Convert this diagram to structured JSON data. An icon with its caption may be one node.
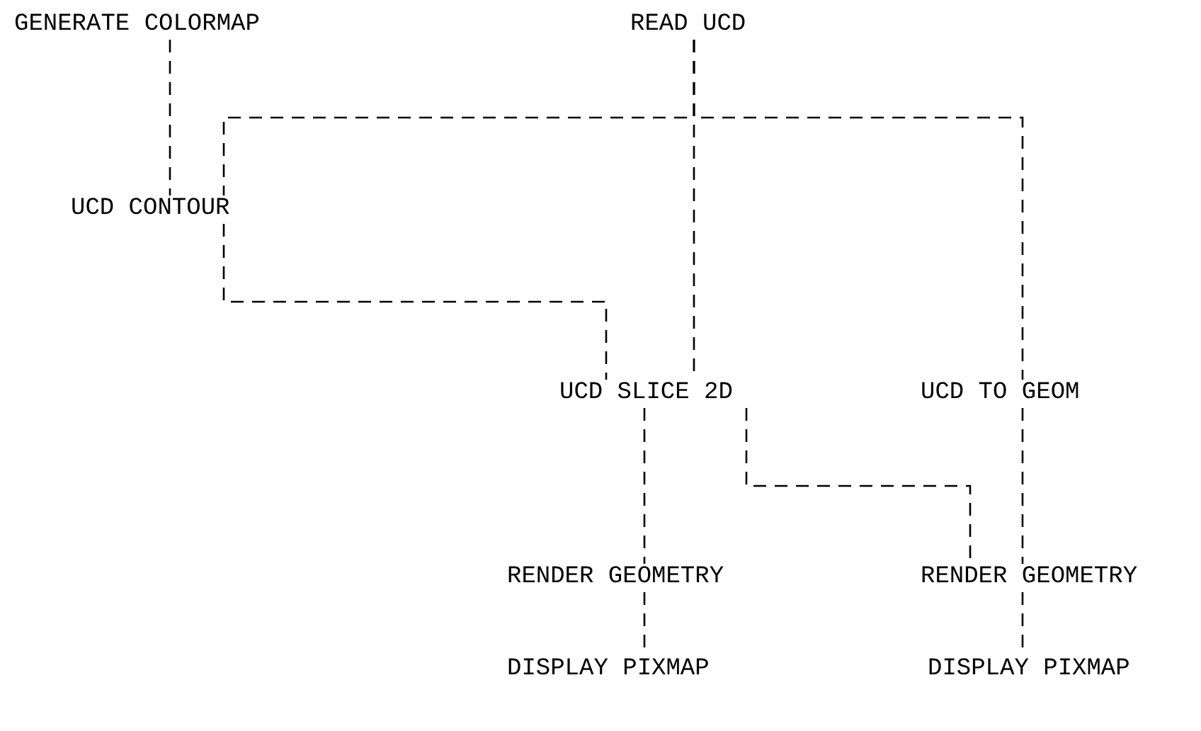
{
  "diagram": {
    "nodes": [
      {
        "text": [
          "GENERATE COLORMAP"
        ]
      },
      {
        "text": [
          "READ UCD"
        ]
      },
      {
        "text": [
          "UCD CONTOUR"
        ]
      },
      {
        "text": [
          "UCD SLICE 2D"
        ]
      },
      {
        "text": [
          "UCD TO GEOM"
        ]
      },
      {
        "text": [
          "RENDER GEOMETRY"
        ]
      },
      {
        "text": [
          "RENDER GEOMETRY"
        ]
      },
      {
        "text": [
          "DISPLAY PIXMAP"
        ]
      },
      {
        "text": [
          "DISPLAY PIXMAP"
        ]
      }
    ],
    "edges": [
      {
        "from": 0,
        "to": 2,
        "arrow": "none",
        "style": "dashed"
      },
      {
        "from": 1,
        "to": 2,
        "arrow": "none",
        "style": "dashed"
      },
      {
        "from": 1,
        "to": 3,
        "arrow": "none",
        "style": "dashed"
      },
      {
        "from": 1,
        "to": 4,
        "arrow": "none",
        "style": "dashed"
      },
      {
        "from": 2,
        "to": 3,
        "arrow": "none",
        "style": "dashed"
      },
      {
        "from": 3,
        "to": 5,
        "arrow": "none",
        "style": "dashed"
      },
      {
        "from": 3,
        "to": 6,
        "arrow": "none",
        "style": "dashed"
      },
      {
        "from": 4,
        "to": 6,
        "arrow": "none",
        "style": "dashed"
      },
      {
        "from": 5,
        "to": 7,
        "arrow": "none",
        "style": "dashed"
      },
      {
        "from": 6,
        "to": 8,
        "arrow": "none",
        "style": "dashed"
      }
    ]
  }
}
